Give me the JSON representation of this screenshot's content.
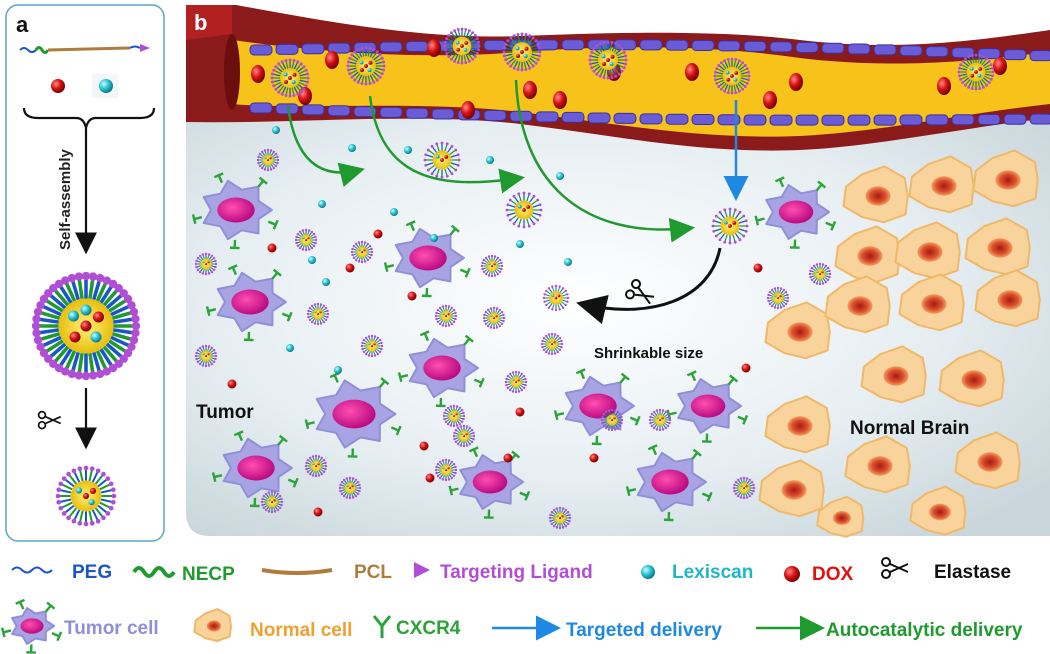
{
  "panel_a": {
    "label": "a",
    "step_text": "Self-assembly"
  },
  "panel_b": {
    "label": "b",
    "tumor_text": "Tumor",
    "normal_text": "Normal Brain",
    "shrink_text": "Shrinkable size"
  },
  "legend": {
    "peg": "PEG",
    "necp": "NECP",
    "pcl": "PCL",
    "ligand": "Targeting Ligand",
    "lexiscan": "Lexiscan",
    "dox": "DOX",
    "elastase": "Elastase",
    "tumor_cell": "Tumor cell",
    "normal_cell": "Normal cell",
    "cxcr4": "CXCR4",
    "targeted": "Targeted delivery",
    "autocatalytic": "Autocatalytic delivery"
  },
  "colors": {
    "peg": "#1a56c8",
    "necp": "#1f9a2e",
    "pcl": "#b07c3c",
    "ligand": "#b04fd6",
    "lexiscan": "#1fb6c8",
    "dox": "#e01010",
    "elastase": "#111111",
    "tumor_cell": "#8f8fd8",
    "normal_cell": "#f0a030",
    "cxcr4": "#2aa338",
    "targeted": "#1e88e5",
    "autocatalytic": "#1f9a2e"
  }
}
